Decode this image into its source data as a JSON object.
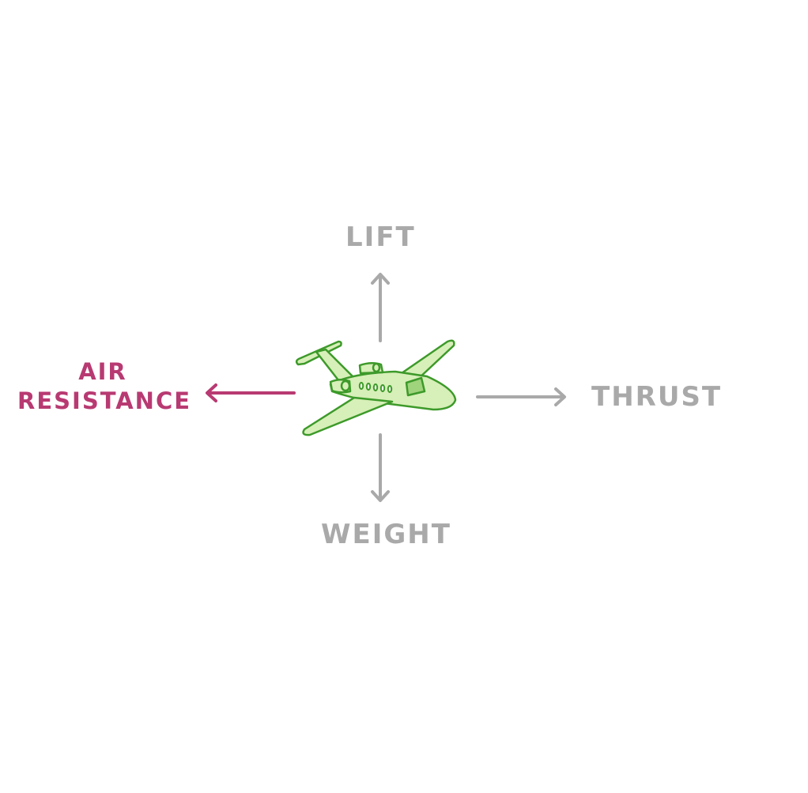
{
  "forces": {
    "lift": "LIFT",
    "weight": "WEIGHT",
    "thrust": "THRUST",
    "air_resistance_line1": "AIR",
    "air_resistance_line2": "RESISTANCE"
  },
  "colors": {
    "gray_arrow": "#a9a9a9",
    "air_resistance": "#b83a72",
    "plane_fill": "#d7efb8",
    "plane_stroke": "#3d9a2a"
  },
  "icons": {
    "plane": "jet-airplane-icon",
    "arrow": "arrow-icon"
  }
}
